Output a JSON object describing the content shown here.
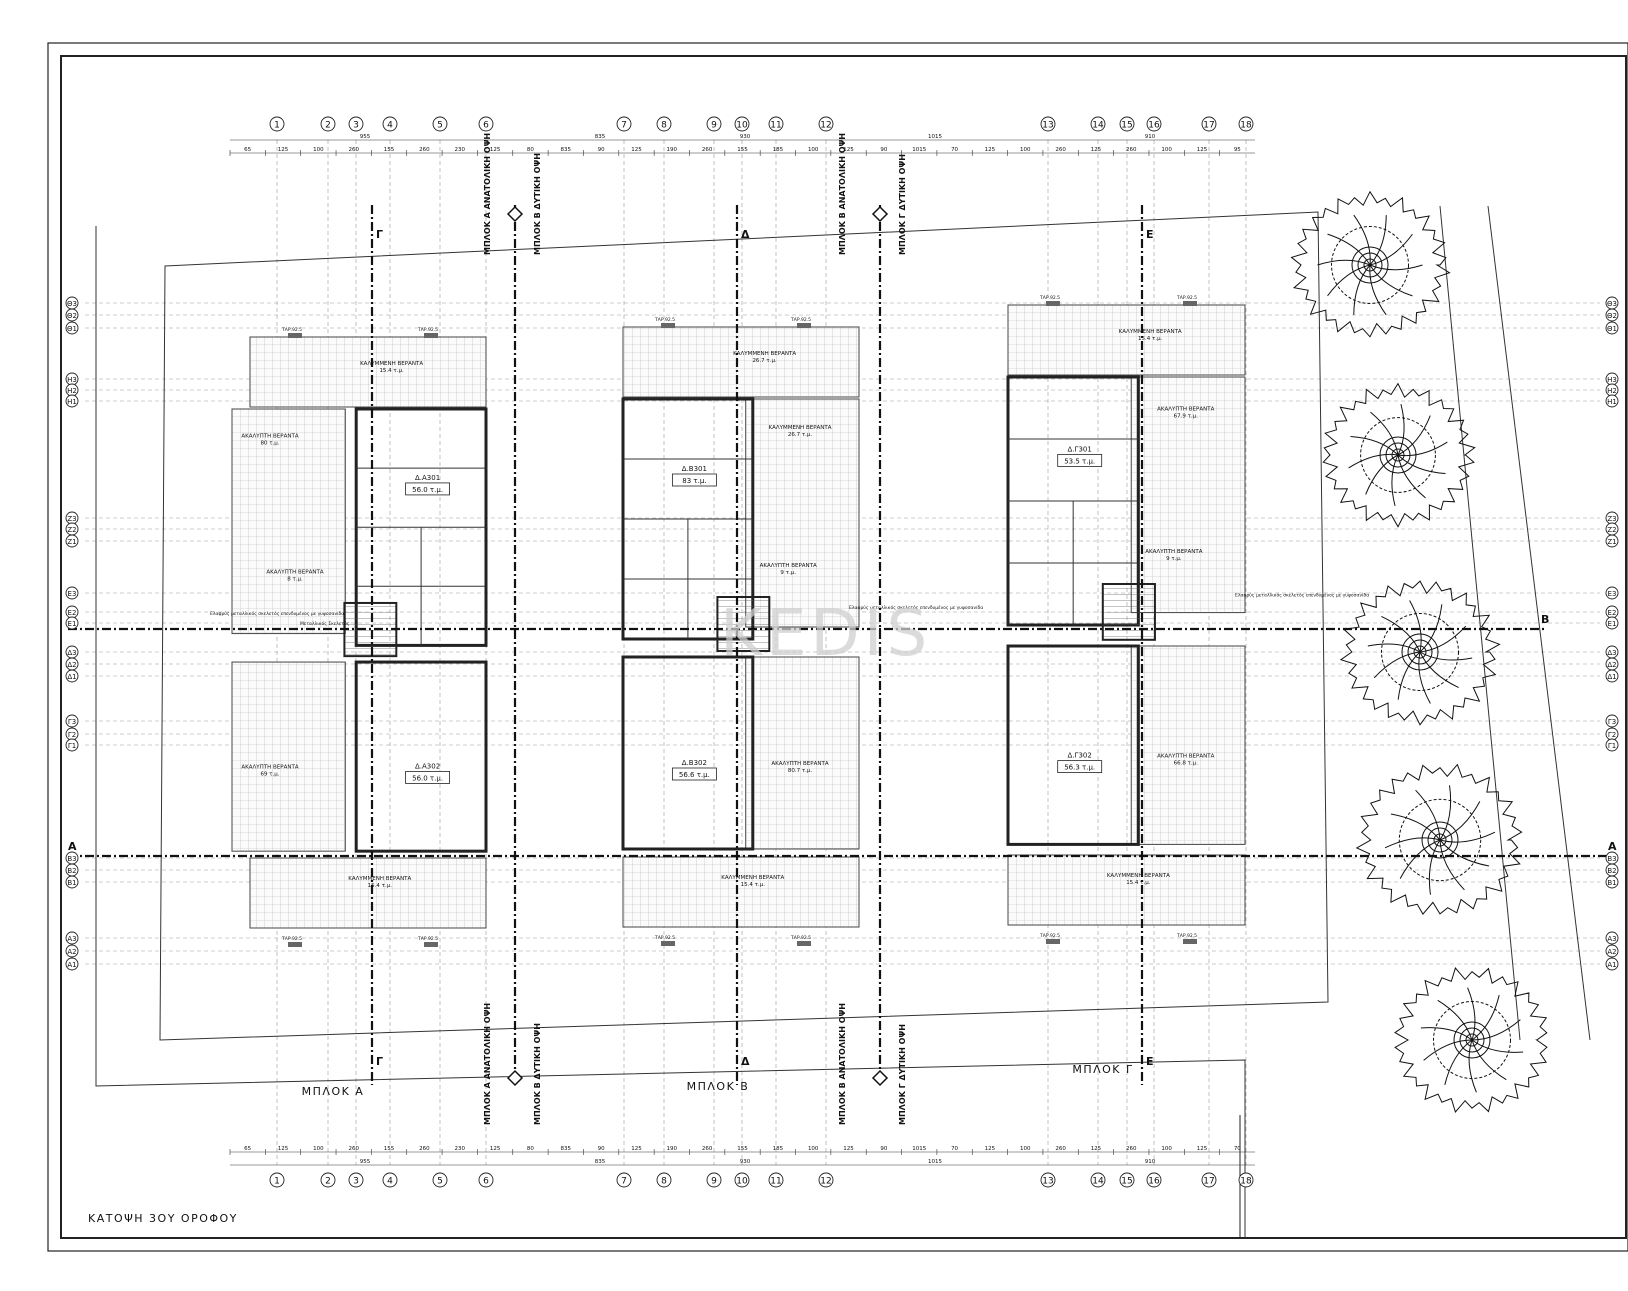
{
  "drawing": {
    "title": "ΚΑΤΟΨΗ 3ΟΥ ΟΡΟΦΟΥ",
    "watermark": "KEDIS"
  },
  "grid_axes": {
    "top": [
      "1",
      "2",
      "3",
      "4",
      "5",
      "6",
      "7",
      "8",
      "9",
      "10",
      "11",
      "12",
      "13",
      "14",
      "15",
      "16",
      "17",
      "18"
    ],
    "bottom": [
      "1",
      "2",
      "3",
      "4",
      "5",
      "6",
      "7",
      "8",
      "9",
      "10",
      "11",
      "12",
      "13",
      "14",
      "15",
      "16",
      "17",
      "18"
    ],
    "left": [
      "Θ3",
      "Θ2",
      "Θ1",
      "Η3",
      "Η2",
      "Η1",
      "Ζ3",
      "Ζ2",
      "Ζ1",
      "Ε3",
      "Ε2",
      "Ε1",
      "Δ3",
      "Δ2",
      "Δ1",
      "Γ3",
      "Γ2",
      "Γ1",
      "Β3",
      "Β2",
      "Β1",
      "Α3",
      "Α2",
      "Α1"
    ],
    "right": [
      "Θ3",
      "Θ2",
      "Θ1",
      "Η3",
      "Η2",
      "Η1",
      "Ζ3",
      "Ζ2",
      "Ζ1",
      "Ε3",
      "Ε2",
      "Ε1",
      "Δ3",
      "Δ2",
      "Δ1",
      "Γ3",
      "Γ2",
      "Γ1",
      "Β3",
      "Β2",
      "Β1",
      "Α3",
      "Α2",
      "Α1"
    ]
  },
  "dimensions": {
    "top_row": [
      "65",
      "125",
      "100",
      "260",
      "155",
      "260",
      "230",
      "125",
      "80",
      "835",
      "90",
      "125",
      "190",
      "260",
      "155",
      "185",
      "100",
      "125",
      "90",
      "1015",
      "70",
      "125",
      "100",
      "260",
      "125",
      "260",
      "100",
      "125",
      "95"
    ],
    "top_totals": [
      "955",
      "835",
      "930",
      "1015",
      "910"
    ],
    "bottom_row": [
      "65",
      "125",
      "100",
      "260",
      "155",
      "260",
      "230",
      "125",
      "80",
      "835",
      "90",
      "125",
      "190",
      "260",
      "155",
      "185",
      "100",
      "125",
      "90",
      "1015",
      "70",
      "125",
      "100",
      "260",
      "125",
      "260",
      "100",
      "125",
      "70"
    ],
    "bottom_totals": [
      "955",
      "835",
      "930",
      "1015",
      "910"
    ]
  },
  "blocks": [
    {
      "name": "ΜΠΛΟΚ Α",
      "label_bottom": "ΜΠΛΟΚ Α",
      "units": [
        {
          "id": "Δ.Α301",
          "area": "56.0 τ.μ."
        },
        {
          "id": "Δ.Α302",
          "area": "56.0 τ.μ."
        }
      ],
      "verandas": [
        {
          "name": "ΚΑΛΥΜΜΕΝΗ ΒΕΡΑΝΤΑ",
          "area": "15.4 τ.μ."
        },
        {
          "name": "ΑΚΑΛΥΠΤΗ ΒΕΡΑΝΤΑ",
          "area": "80 τ.μ."
        },
        {
          "name": "ΑΚΑΛΥΠΤΗ ΒΕΡΑΝΤΑ",
          "area": "8 τ.μ."
        },
        {
          "name": "ΑΚΑΛΥΠΤΗ ΒΕΡΑΝΤΑ",
          "area": "69 τ.μ."
        },
        {
          "name": "ΚΑΛΥΜΜΕΝΗ ΒΕΡΑΝΤΑ",
          "area": "15.4 τ.μ."
        }
      ],
      "notes": [
        "Ελαφρύς μεταλλικός σκελετός επενδυμένος με γυψοσανίδα",
        "Μεταλλικός Σκελετός"
      ]
    },
    {
      "name": "ΜΠΛΟΚ Β",
      "label_bottom": "ΜΠΛΟΚ Β",
      "units": [
        {
          "id": "Δ.Β301",
          "area": "83 τ.μ."
        },
        {
          "id": "Δ.Β302",
          "area": "56.6 τ.μ."
        }
      ],
      "verandas": [
        {
          "name": "ΚΑΛΥΜΜΕΝΗ ΒΕΡΑΝΤΑ",
          "area": "26.7 τ.μ."
        },
        {
          "name": "ΚΑΛΥΜΜΕΝΗ ΒΕΡΑΝΤΑ",
          "area": "26.7 τ.μ."
        },
        {
          "name": "ΑΚΑΛΥΠΤΗ ΒΕΡΑΝΤΑ",
          "area": "9 τ.μ."
        },
        {
          "name": "ΑΚΑΛΥΠΤΗ ΒΕΡΑΝΤΑ",
          "area": "80.7 τ.μ."
        },
        {
          "name": "ΚΑΛΥΜΜΕΝΗ ΒΕΡΑΝΤΑ",
          "area": "15.4 τ.μ."
        }
      ],
      "notes": [
        "Ελαφρύς μεταλλικός σκελετός επενδυμένος με γυψοσανίδα"
      ]
    },
    {
      "name": "ΜΠΛΟΚ Γ",
      "label_bottom": "ΜΠΛΟΚ Γ",
      "units": [
        {
          "id": "Δ.Γ301",
          "area": "53.5 τ.μ."
        },
        {
          "id": "Δ.Γ302",
          "area": "56.3 τ.μ."
        }
      ],
      "verandas": [
        {
          "name": "ΚΑΛΥΜΜΕΝΗ ΒΕΡΑΝΤΑ",
          "area": "15.4 τ.μ."
        },
        {
          "name": "ΑΚΑΛΥΠΤΗ ΒΕΡΑΝΤΑ",
          "area": "67.9 τ.μ."
        },
        {
          "name": "ΑΚΑΛΥΠΤΗ ΒΕΡΑΝΤΑ",
          "area": "9 τ.μ."
        },
        {
          "name": "ΑΚΑΛΥΠΤΗ ΒΕΡΑΝΤΑ",
          "area": "66.8 τ.μ."
        },
        {
          "name": "ΚΑΛΥΜΜΕΝΗ ΒΕΡΑΝΤΑ",
          "area": "15.4 τ.μ."
        }
      ],
      "notes": [
        "Ελαφρύς μεταλλικός σκελετός επενδυμένος με γυψοσανίδα"
      ]
    }
  ],
  "facade_labels": [
    {
      "left": "ΜΠΛΟΚ Α ΑΝΑΤΟΛΙΚΗ ΟΨΗ",
      "right": "ΜΠΛΟΚ Β ΔΥΤΙΚΗ ΟΨΗ"
    },
    {
      "left": "ΜΠΛΟΚ Β ΑΝΑΤΟΛΙΚΗ ΟΨΗ",
      "right": "ΜΠΛΟΚ Γ ΔΥΤΙΚΗ ΟΨΗ"
    }
  ],
  "sections": [
    "Α",
    "Β",
    "Γ",
    "Δ",
    "Ε"
  ],
  "level_tag": "ΤΑΡ.92.5"
}
